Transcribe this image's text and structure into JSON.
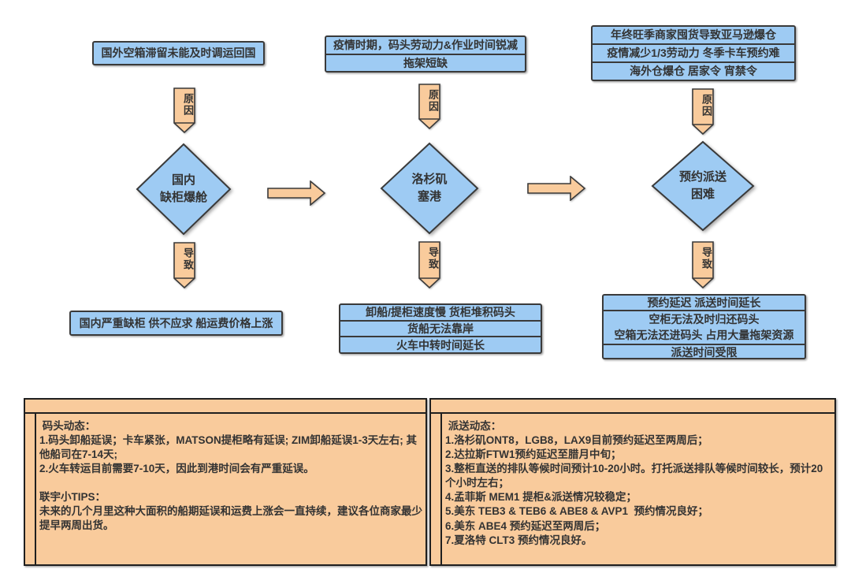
{
  "palette": {
    "blue_fill": "#9ECBF3",
    "orange_fill": "#F9CB9C",
    "shape_border": "#3a3a3a",
    "table_border": "#1f1f1f",
    "text": "#333333"
  },
  "flow": {
    "cause_label": "原因",
    "effect_label": "导致",
    "columns": [
      {
        "id": "domestic",
        "causes": [
          "国外空箱滞留未能及时调运回国"
        ],
        "diamond": [
          "国内",
          "缺柜爆舱"
        ],
        "effects": [
          "国内严重缺柜 供不应求 船运费价格上涨"
        ]
      },
      {
        "id": "la-port",
        "causes": [
          "疫情时期，码头劳动力&作业时间锐减",
          "拖架短缺"
        ],
        "diamond": [
          "洛杉矶",
          "塞港"
        ],
        "effects": [
          "卸船/提柜速度慢 货柜堆积码头",
          "货船无法靠岸",
          "火车中转时间延长"
        ]
      },
      {
        "id": "delivery",
        "causes": [
          "年终旺季商家囤货导致亚马逊爆仓",
          "疫情减少1/3劳动力 冬季卡车预约难",
          "海外仓爆仓  居家令  宵禁令"
        ],
        "diamond": [
          "预约派送",
          "困难"
        ],
        "effects": [
          "预约延迟 派送时间延长",
          [
            "空柜无法及时归还码头",
            "空箱无法还进码头 占用大量拖架资源"
          ],
          "派送时间受限"
        ]
      }
    ]
  },
  "notes": {
    "port": {
      "title": " 码头动态：",
      "lines": [
        "1.码头卸船延误；卡车紧张，MATSON提柜略有延误; ZIM卸船延误1-3天左右; 其他船司在7-14天;",
        "2.火车转运目前需要7-10天，因此到港时间会有严重延误。"
      ],
      "tips_title": "联宇小TIPS：",
      "tips_lines": [
        "未来的几个月里这种大面积的船期延误和运费上涨会一直持续，建议各位商家最少提早两周出货。"
      ]
    },
    "delivery": {
      "title": " 派送动态：",
      "lines": [
        "1.洛杉矶ONT8，LGB8，LAX9目前预约延迟至两周后；",
        "2.达拉斯FTW1预约延迟至腊月中旬；",
        "3.整柜直送的排队等候时间预计10-20小时。打托派送排队等候时间较长，预计20个小时左右；",
        "4.孟菲斯 MEM1 提柜&派送情况较稳定；",
        "5.美东 TEB3 & TEB6 & ABE8 & AVP1  预约情况良好；",
        "6.美东 ABE4 预约延迟至两周后；",
        "7.夏洛特 CLT3 预约情况良好。"
      ]
    }
  }
}
